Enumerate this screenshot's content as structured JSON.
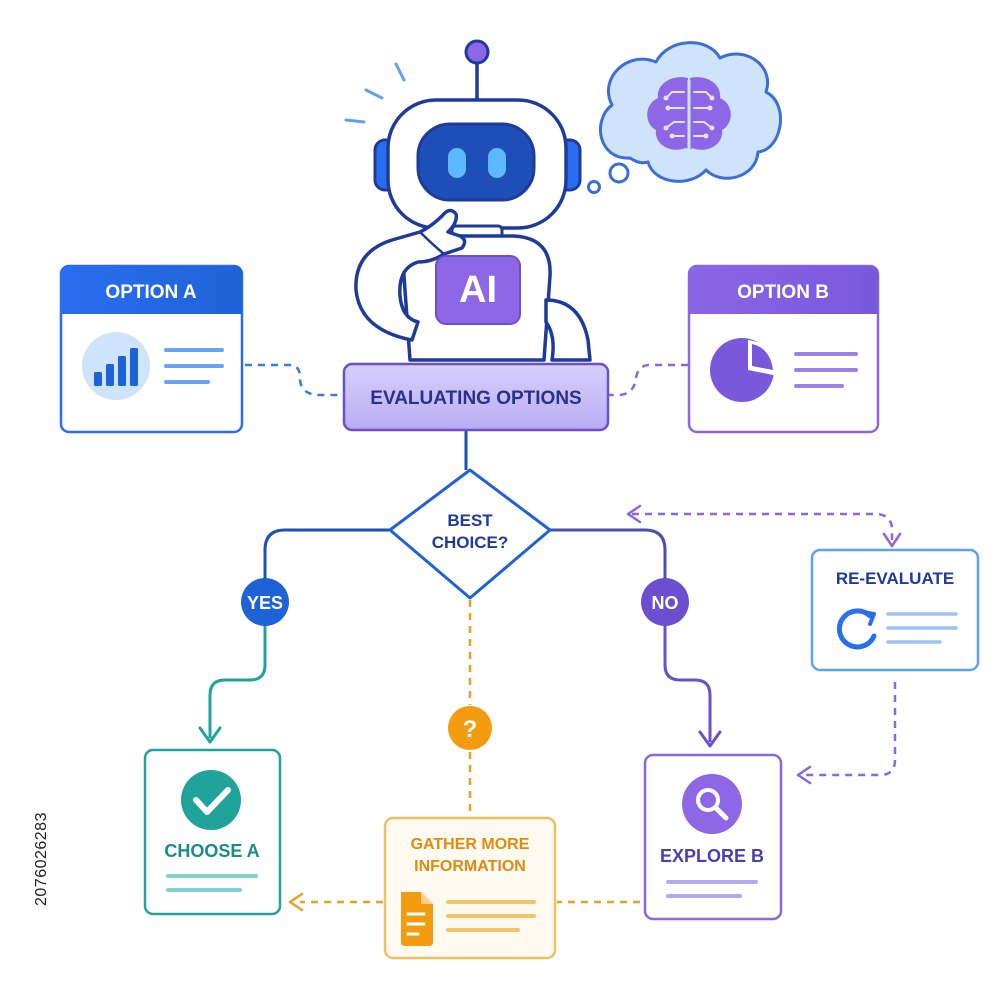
{
  "robot": {
    "chest_label": "AI"
  },
  "option_a": {
    "title": "OPTION A"
  },
  "option_b": {
    "title": "OPTION B"
  },
  "evaluating": {
    "label": "EVALUATING OPTIONS"
  },
  "decision": {
    "line1": "BEST",
    "line2": "CHOICE?"
  },
  "yes_badge": {
    "label": "YES"
  },
  "no_badge": {
    "label": "NO"
  },
  "question_badge": {
    "label": "?"
  },
  "choose_a": {
    "label": "CHOOSE A"
  },
  "gather": {
    "line1": "GATHER MORE",
    "line2": "INFORMATION"
  },
  "explore_b": {
    "label": "EXPLORE B"
  },
  "re_evaluate": {
    "label": "RE-EVALUATE"
  },
  "side_id": "2076026283",
  "colors": {
    "blue": "#1e63d6",
    "purple": "#7a58dc",
    "teal": "#1fa39a",
    "orange": "#f39c12",
    "navy": "#1e3a9c"
  },
  "icons": [
    "brain-icon",
    "bar-chart-icon",
    "pie-chart-icon",
    "checkmark-icon",
    "search-icon",
    "document-icon",
    "refresh-icon"
  ]
}
